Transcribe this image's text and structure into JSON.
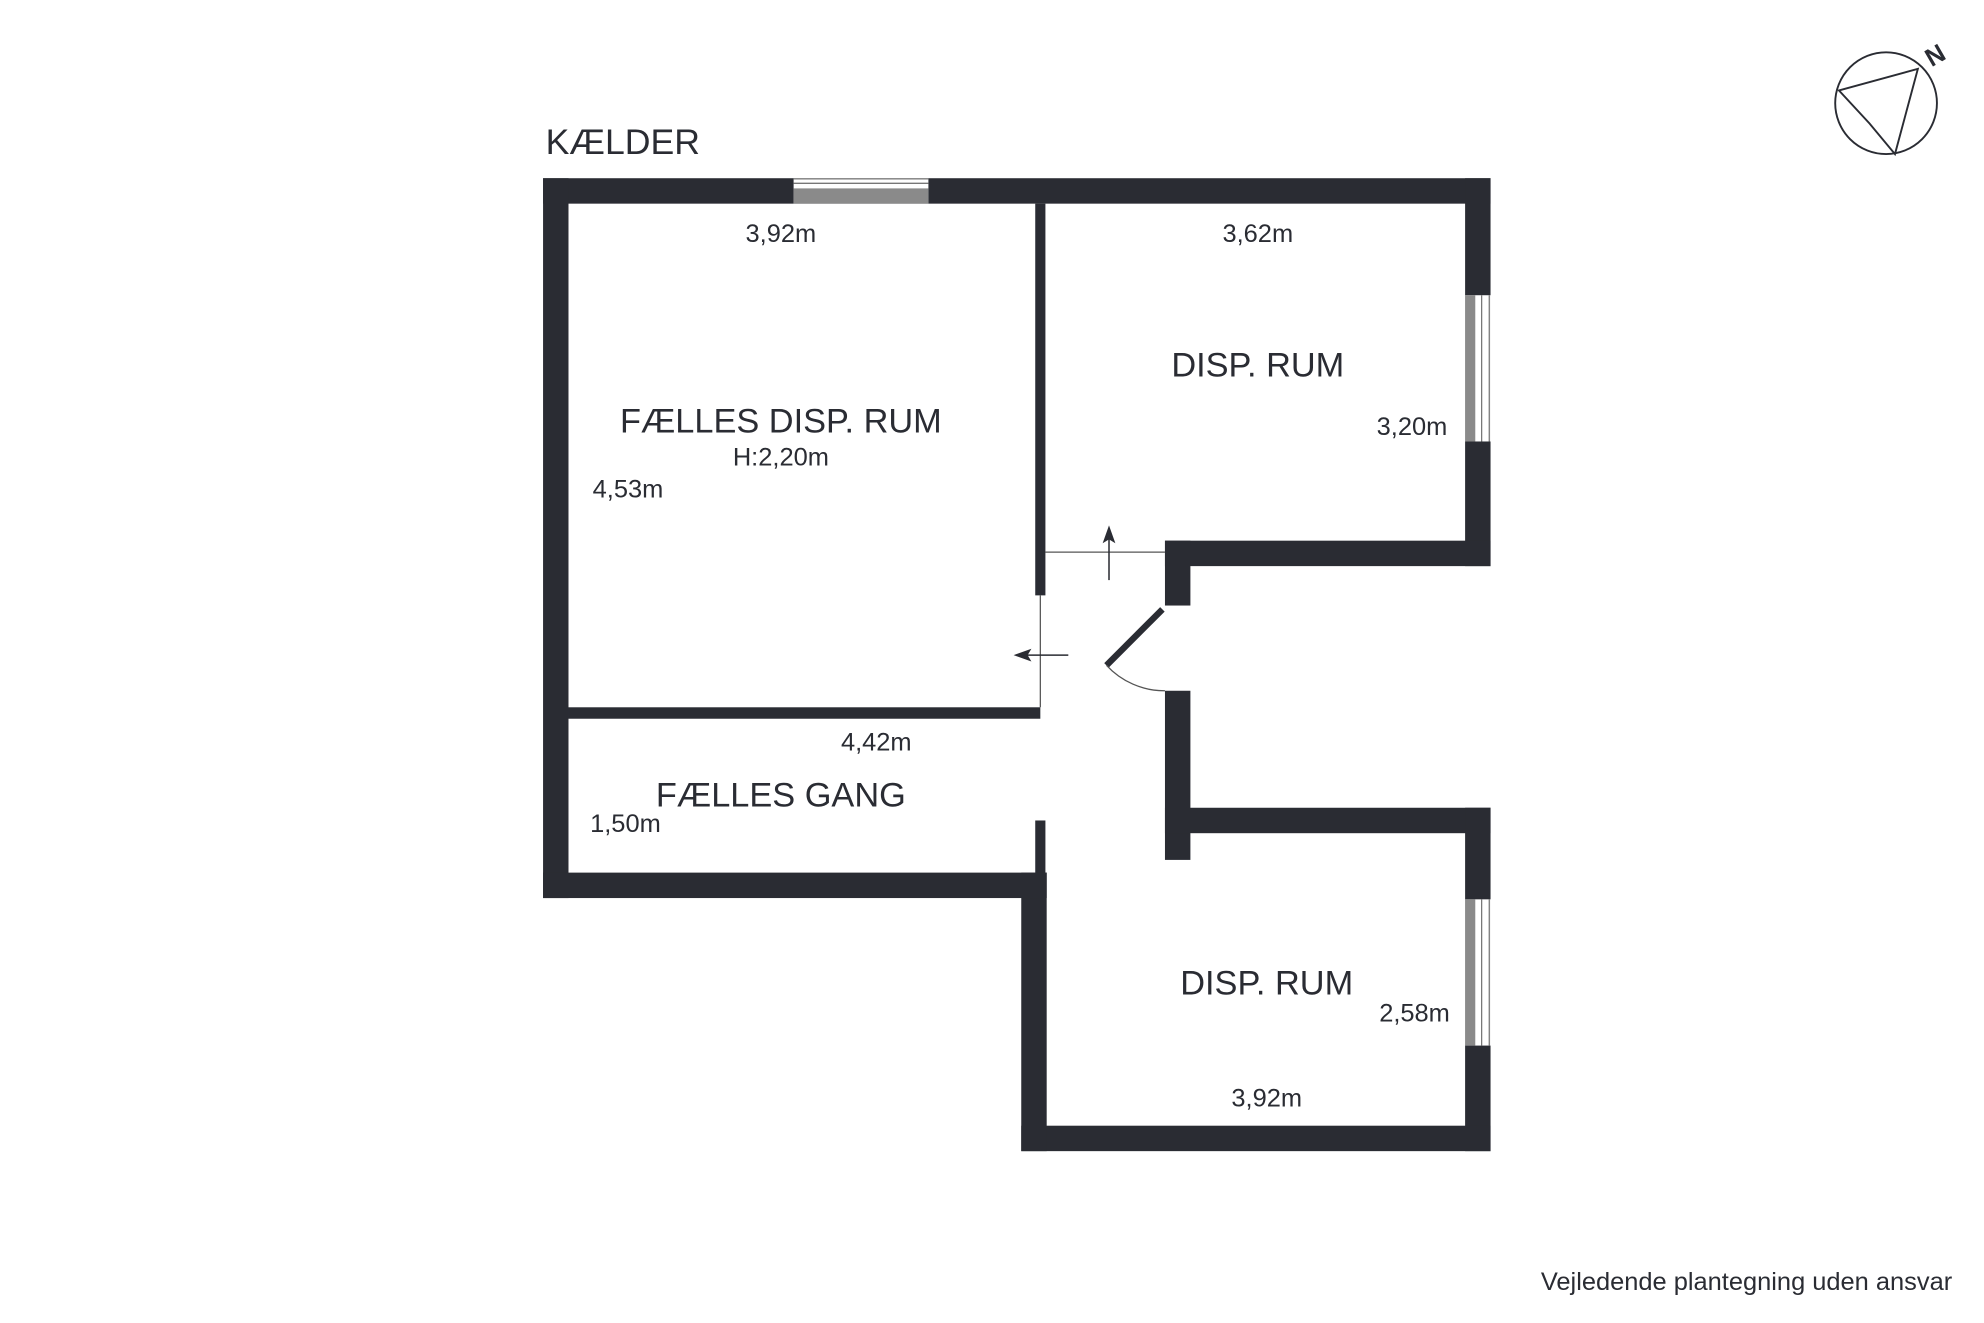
{
  "floor_title": "KÆLDER",
  "rooms": [
    {
      "name": "FÆLLES DISP. RUM",
      "height": "H:2,20m",
      "dims": [
        "3,92m",
        "4,53m"
      ]
    },
    {
      "name": "DISP. RUM",
      "dims": [
        "3,62m",
        "3,20m"
      ]
    },
    {
      "name": "FÆLLES GANG",
      "dims": [
        "4,42m",
        "1,50m"
      ]
    },
    {
      "name": "DISP. RUM",
      "dims": [
        "2,58m",
        "3,92m"
      ]
    }
  ],
  "compass": {
    "label": "N"
  },
  "disclaimer": "Vejledende plantegning uden ansvar",
  "colors": {
    "wall": "#2a2c33",
    "window": "#8a8a8a"
  }
}
